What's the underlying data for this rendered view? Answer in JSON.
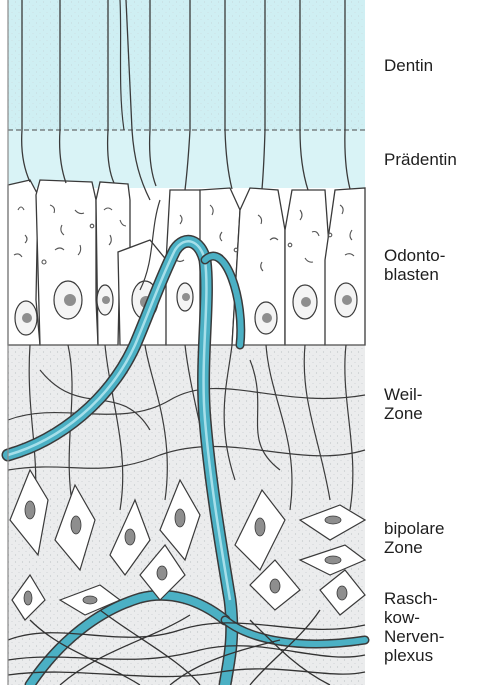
{
  "labels": {
    "dentin": "Dentin",
    "praedentin": "Prädentin",
    "odontoblasten": "Odonto-\nblasten",
    "weil_zone": "Weil-\nZone",
    "bipolare_zone": "bipolare\nZone",
    "raschkow_plexus": "Rasch-\nkow-\nNerven-\nplexus"
  },
  "colors": {
    "dentin": "#cdeef2",
    "vessel": "#4bb0c4",
    "vessel_highlight": "#9fdce8",
    "outline": "#3a3a3a",
    "nucleus": "#8d8d8d",
    "stroma": "#e8e9ea"
  }
}
